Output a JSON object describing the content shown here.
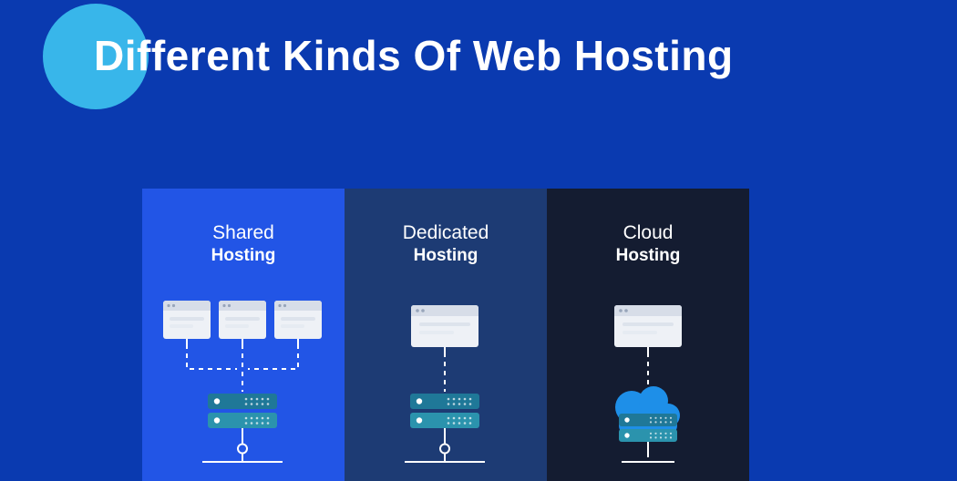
{
  "title": "Different Kinds Of Web Hosting",
  "panels": [
    {
      "id": "shared",
      "title_line1": "Shared",
      "title_line2": "Hosting",
      "client_windows": 3,
      "server_type": "rack-server"
    },
    {
      "id": "dedicated",
      "title_line1": "Dedicated",
      "title_line2": "Hosting",
      "client_windows": 1,
      "server_type": "rack-server"
    },
    {
      "id": "cloud",
      "title_line1": "Cloud",
      "title_line2": "Hosting",
      "client_windows": 1,
      "server_type": "cloud-server"
    }
  ],
  "colors": {
    "background": "#0a3ab0",
    "accent_circle": "#38b6ea",
    "panel_shared_bg": "#2255e6",
    "panel_dedicated_bg": "#1d3b74",
    "panel_cloud_bg": "#141c31",
    "server_teal": "#2b93ad",
    "server_teal_dark": "#1f7898",
    "cloud_blue": "#1e8fe8",
    "title_text": "#ffffff"
  }
}
